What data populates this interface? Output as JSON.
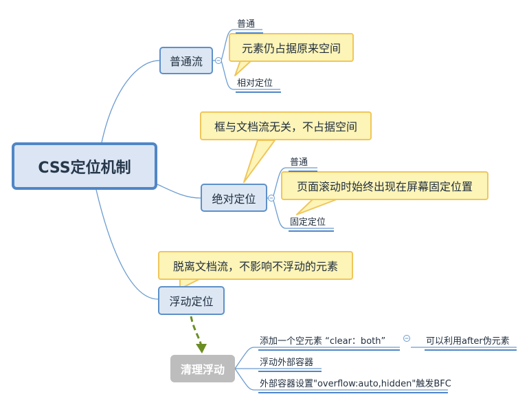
{
  "root": {
    "label": "CSS定位机制"
  },
  "normal_flow": {
    "label": "普通流",
    "children": [
      "普通",
      "相对定位"
    ],
    "note": "元素仍占据原来空间"
  },
  "absolute": {
    "label": "绝对定位",
    "note": "框与文档流无关，不占据空间",
    "children": [
      "普通",
      "固定定位"
    ],
    "fixed_note": "页面滚动时始终出现在屏幕固定位置"
  },
  "float": {
    "label": "浮动定位",
    "note": "脱离文档流，不影响不浮动的元素"
  },
  "clear_float": {
    "label": "清理浮动",
    "children": [
      "添加一个空元素 “clear：both”",
      "浮动外部容器",
      "外部容器设置\"overflow:auto,hidden\"触发BFC"
    ],
    "sub_child": "可以利用after伪元素"
  },
  "colors": {
    "line": "#6a9bd0",
    "callout_fill": "#fdf4b7",
    "callout_border": "#f0c65a",
    "node_fill": "#dde7f4",
    "arrow": "#6b8e23"
  }
}
